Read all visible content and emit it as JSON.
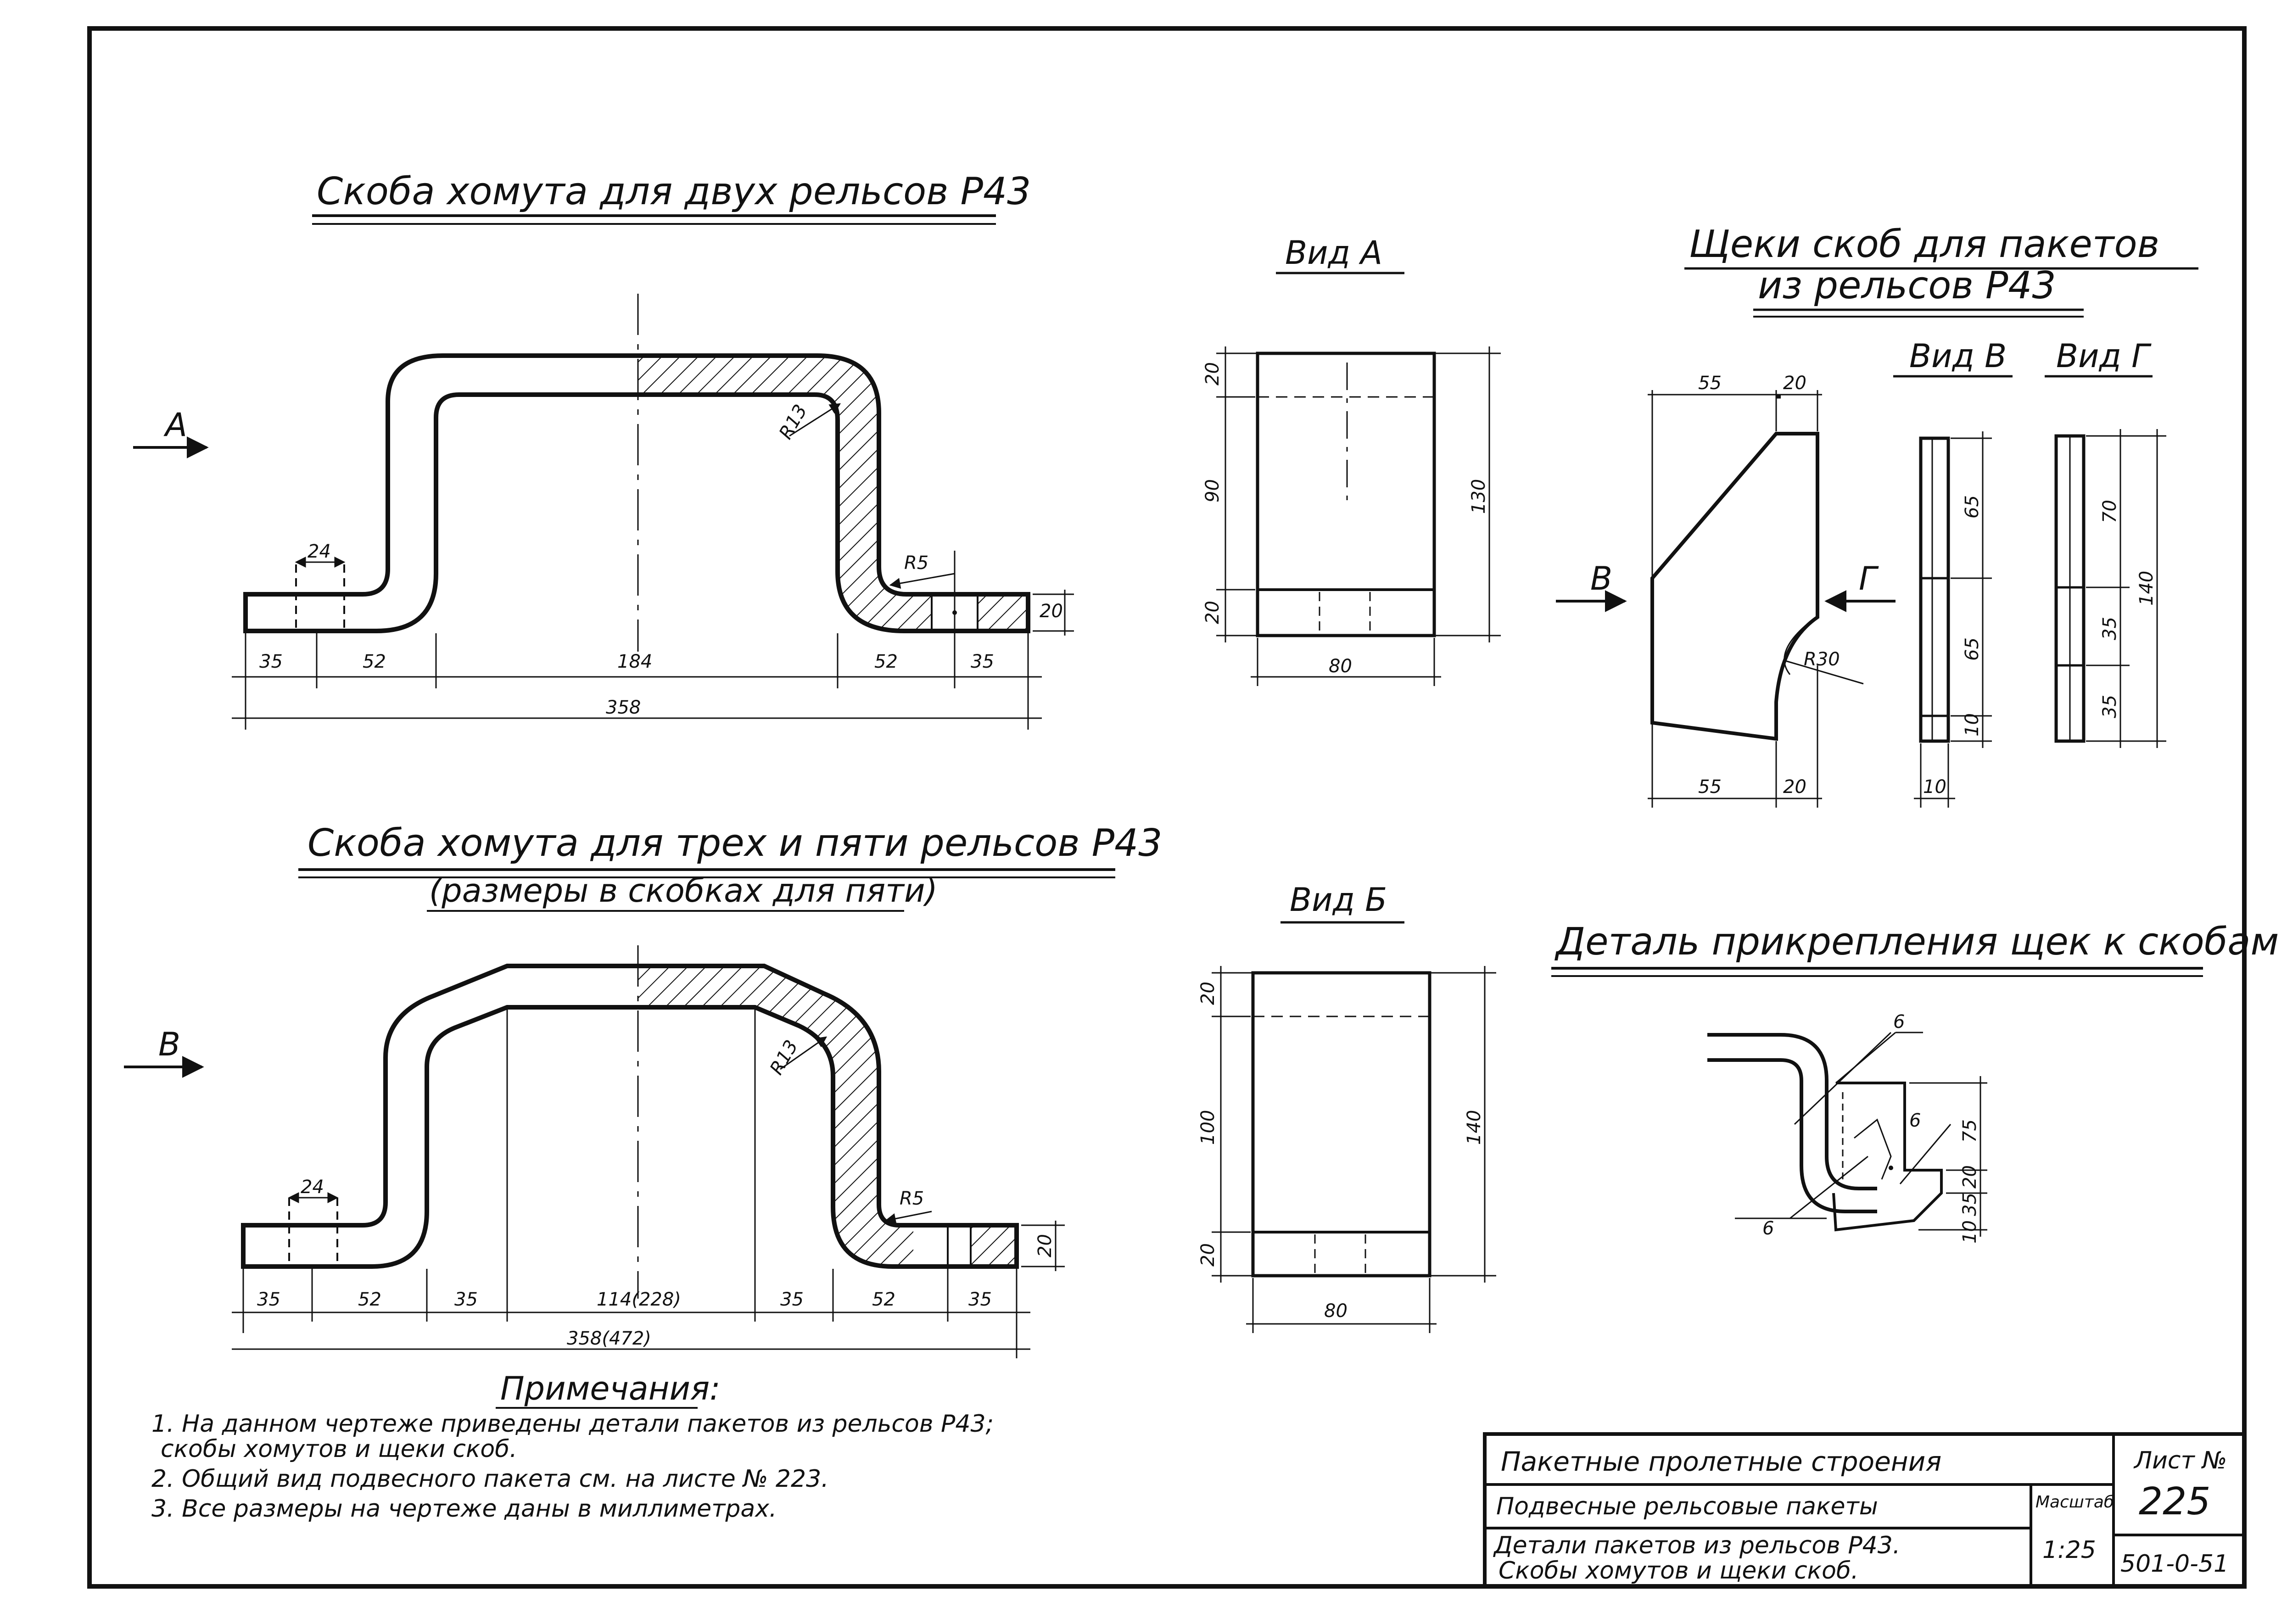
{
  "titles": {
    "bracket_two": "Скоба хомута для двух рельсов Р43",
    "bracket_three": "Скоба хомута для трех и пяти рельсов Р43",
    "bracket_three_sub": "(размеры в скобках для пяти)",
    "view_a": "Вид А",
    "view_b": "Вид Б",
    "cheeks": "Щеки скоб для пакетов",
    "cheeks_line2": "из рельсов Р43",
    "view_v": "Вид В",
    "view_g": "Вид Г",
    "detail": "Деталь прикрепления щек к скобам"
  },
  "bracket_two": {
    "arrow_label": "А",
    "dims": {
      "hole": "24",
      "left_flange": "35",
      "left_leg": "52",
      "middle": "184",
      "right_leg": "52",
      "right_flange": "35",
      "total": "358",
      "thickness": "20",
      "r_outer": "R13",
      "r_inner": "R5"
    }
  },
  "bracket_three": {
    "arrow_label": "В",
    "dims": {
      "hole": "24",
      "left_flange": "35",
      "left_leg": "52",
      "left_slope": "35",
      "middle": "114(228)",
      "right_slope": "35",
      "right_leg": "52",
      "right_flange": "35",
      "total": "358(472)",
      "thickness": "20",
      "r_outer": "R13",
      "r_inner": "R5"
    }
  },
  "view_a": {
    "d_top": "20",
    "d_mid": "90",
    "d_bot": "20",
    "d_height": "130",
    "d_width": "80"
  },
  "view_b": {
    "d_top": "20",
    "d_mid": "100",
    "d_bot": "20",
    "d_height": "140",
    "d_width": "80"
  },
  "cheek": {
    "top_left": "55",
    "top_right": "20",
    "bottom_left": "55",
    "bottom_right": "20",
    "radius": "R30",
    "arrow_left": "В",
    "arrow_right": "Г"
  },
  "view_v": {
    "d1": "65",
    "d2": "65",
    "d3": "10",
    "width": "10"
  },
  "view_g": {
    "d1": "70",
    "d2": "35",
    "d3": "35",
    "height": "140"
  },
  "detail_fig": {
    "weld_top": "6",
    "weld_bottom": "6",
    "d_6": "6",
    "d_75": "75",
    "d_20": "20",
    "d_35": "35",
    "d_10": "10"
  },
  "notes": {
    "heading": "Примечания:",
    "items": [
      "1. На данном чертеже приведены детали пакетов из рельсов Р43;",
      "скобы хомутов и щеки скоб.",
      "2. Общий вид подвесного пакета см. на листе № 223.",
      "3. Все размеры на чертеже даны в миллиметрах."
    ]
  },
  "title_block": {
    "project": "Пакетные пролетные строения",
    "subject": "Подвесные рельсовые пакеты",
    "description_1": "Детали пакетов из рельсов Р43.",
    "description_2": "Скобы хомутов и щеки скоб.",
    "scale_label": "Масштаб",
    "scale": "1:25",
    "sheet_label": "Лист №",
    "sheet_no": "225",
    "code": "501-0-51"
  }
}
